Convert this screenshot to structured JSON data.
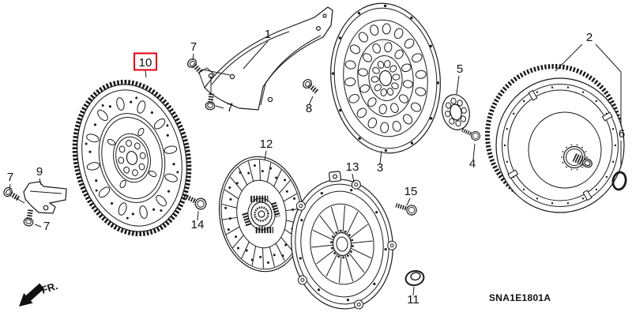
{
  "diagram": {
    "code": "SNA1E1801A",
    "direction_label": "FR.",
    "highlight_color": "#e60012",
    "line_color": "#1a1a1a",
    "background": "#ffffff",
    "highlighted_callout": "10",
    "callouts": [
      {
        "label": "1",
        "boxed": false
      },
      {
        "label": "2",
        "boxed": false
      },
      {
        "label": "3",
        "boxed": false
      },
      {
        "label": "4",
        "boxed": false
      },
      {
        "label": "5",
        "boxed": false
      },
      {
        "label": "6",
        "boxed": false
      },
      {
        "label": "7",
        "boxed": false
      },
      {
        "label": "7",
        "boxed": false
      },
      {
        "label": "7",
        "boxed": false
      },
      {
        "label": "7",
        "boxed": false
      },
      {
        "label": "8",
        "boxed": false
      },
      {
        "label": "9",
        "boxed": false
      },
      {
        "label": "10",
        "boxed": true
      },
      {
        "label": "11",
        "boxed": false
      },
      {
        "label": "12",
        "boxed": false
      },
      {
        "label": "13",
        "boxed": false
      },
      {
        "label": "14",
        "boxed": false
      },
      {
        "label": "15",
        "boxed": false
      }
    ]
  }
}
